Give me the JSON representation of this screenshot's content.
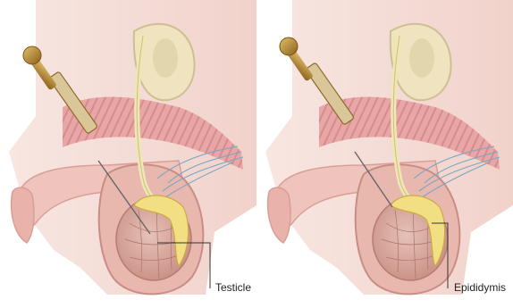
{
  "figure": {
    "panels": [
      {
        "callout_label": "Testicle",
        "needle_target": "testicle"
      },
      {
        "callout_label": "Epididymis",
        "needle_target": "epididymis"
      }
    ],
    "colors": {
      "skin": "#f4dcd6",
      "scrotum": "#e8b7ae",
      "muscle": "#e7a7a6",
      "muscle_stripe": "#d98a8d",
      "bone": "#efe4bf",
      "testis": "#d8b0a6",
      "epididymis": "#f2df84",
      "vas": "#efe7b6",
      "vessels": "#7aa6c2",
      "syringe_brass": "#b98c35",
      "syringe_glass": "#d9c79a",
      "leader_line": "#333333"
    }
  }
}
